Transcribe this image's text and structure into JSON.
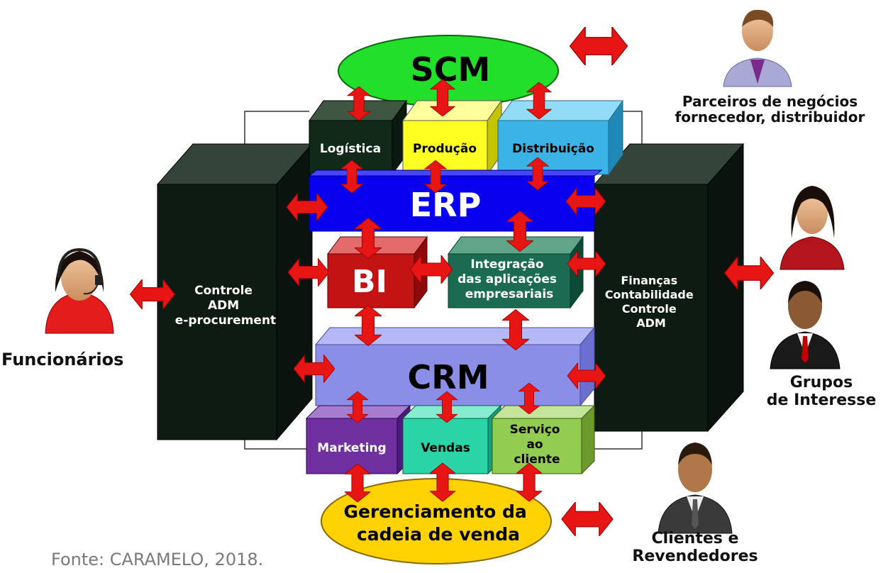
{
  "center": {
    "scm": "SCM",
    "erp": "ERP",
    "bi": "BI",
    "crm": "CRM",
    "logistica": "Logística",
    "producao": "Produção",
    "distribuicao": "Distribuição",
    "integracao": [
      "Integração",
      "das aplicações",
      "empresariais"
    ],
    "marketing": "Marketing",
    "vendas": "Vendas",
    "servico": [
      "Serviço",
      "ao",
      "cliente"
    ],
    "gerenciamento": [
      "Gerenciamento da",
      "cadeia de venda"
    ]
  },
  "left_tower": [
    "Controle",
    "ADM",
    "e-procurement"
  ],
  "right_tower": [
    "Finanças",
    "Contabilidade",
    "Controle",
    "ADM"
  ],
  "actors": {
    "parceiros": [
      "Parceiros de negócios",
      "fornecedor, distribuidor"
    ],
    "funcionarios": "Funcionários",
    "grupos": [
      "Grupos",
      "de Interesse"
    ],
    "clientes": [
      "Clientes e",
      "Revendedores"
    ]
  },
  "source": "Fonte: CARAMELO, 2018."
}
